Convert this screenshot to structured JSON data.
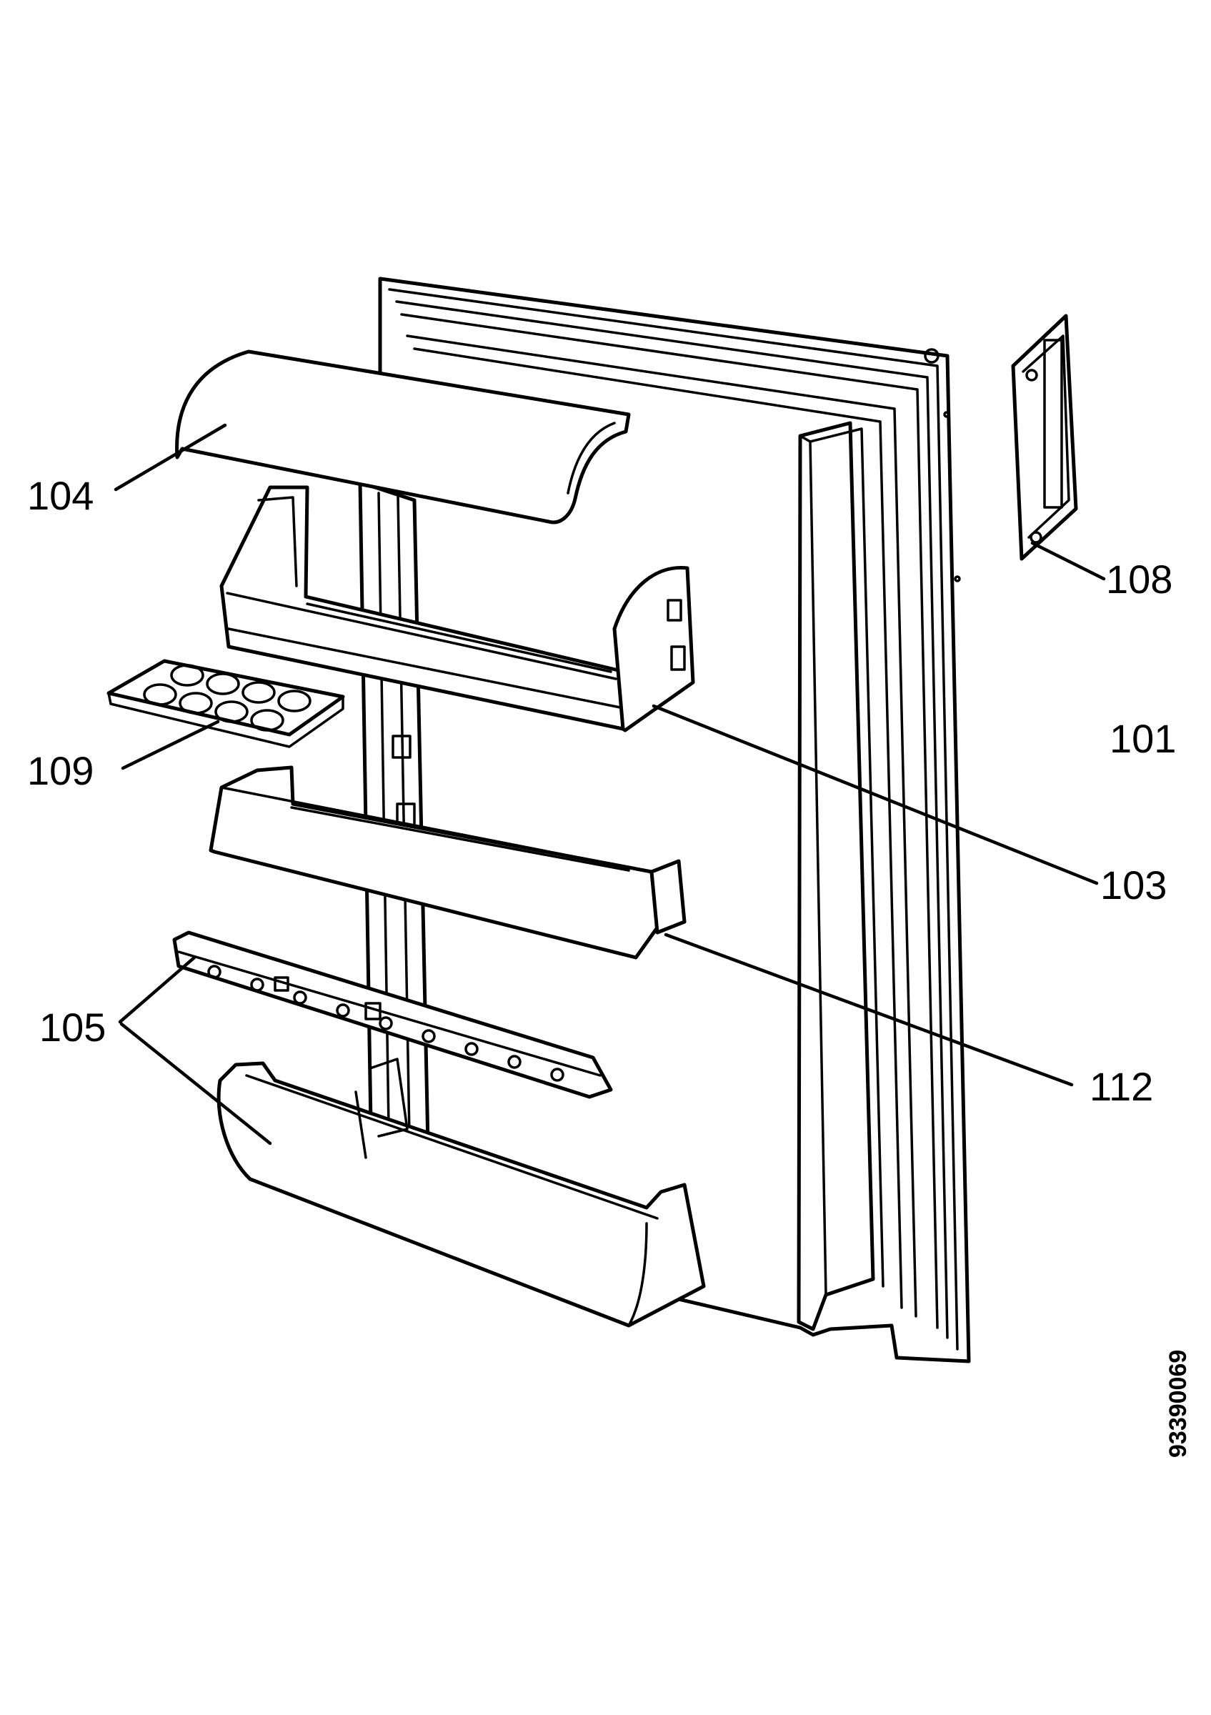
{
  "callouts": [
    {
      "id": "104",
      "text": "104"
    },
    {
      "id": "108",
      "text": "108"
    },
    {
      "id": "109",
      "text": "109"
    },
    {
      "id": "101",
      "text": "101"
    },
    {
      "id": "103",
      "text": "103"
    },
    {
      "id": "105",
      "text": "105"
    },
    {
      "id": "112",
      "text": "112"
    }
  ],
  "drawing_code": "93390069"
}
